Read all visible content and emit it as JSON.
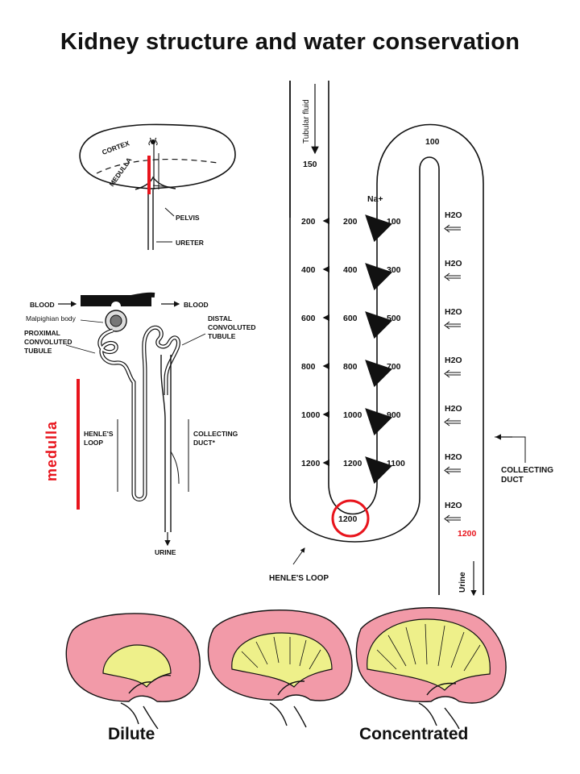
{
  "title": "Kidney structure and water conservation",
  "kidney": {
    "cortex": "CORTEX",
    "medulla": "MEDULLA",
    "pelvis": "PELVIS",
    "ureter": "URETER"
  },
  "nephron": {
    "blood_in": "BLOOD",
    "blood_out": "BLOOD",
    "malpighian": "Malpighian body",
    "proximal": [
      "PROXIMAL",
      "CONVOLUTED",
      "TUBULE"
    ],
    "distal": [
      "DISTAL",
      "CONVOLUTED",
      "TUBULE"
    ],
    "henle": [
      "HENLE'S",
      "LOOP"
    ],
    "collecting": [
      "COLLECTING",
      "DUCT*"
    ],
    "urine": "URINE",
    "medulla_label": "medulla"
  },
  "loop": {
    "tubular_fluid": "Tubular fluid",
    "start_value": "150",
    "top_value": "100",
    "na_label": "Na+",
    "rows": [
      {
        "outer": "200",
        "inner": "200",
        "ascending": "100"
      },
      {
        "outer": "400",
        "inner": "400",
        "ascending": "300"
      },
      {
        "outer": "600",
        "inner": "600",
        "ascending": "500"
      },
      {
        "outer": "800",
        "inner": "800",
        "ascending": "700"
      },
      {
        "outer": "1000",
        "inner": "1000",
        "ascending": "900"
      },
      {
        "outer": "1200",
        "inner": "1200",
        "ascending": "1100"
      }
    ],
    "bottom_value": "1200",
    "water_label": "H2O",
    "water_rows": 7,
    "duct_value": "1200",
    "collecting_duct": [
      "COLLECTING",
      "DUCT"
    ],
    "henle_loop": "HENLE'S LOOP",
    "urine": "Urine"
  },
  "bottom": {
    "dilute": "Dilute",
    "concentrated": "Concentrated"
  },
  "colors": {
    "kidney_pink": "#f29aa8",
    "medulla_yellow": "#eef08a",
    "highlight_red": "#e8141c"
  }
}
